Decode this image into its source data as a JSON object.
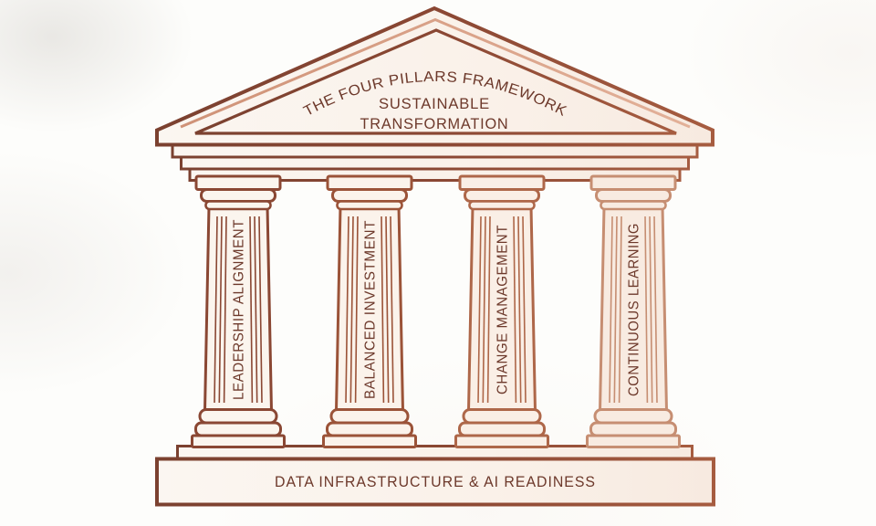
{
  "pediment": {
    "arc_title": "THE FOUR PILLARS FRAMEWORK",
    "subtitle_line1": "SUSTAINABLE",
    "subtitle_line2": "TRANSFORMATION"
  },
  "pillars": [
    {
      "label": "LEADERSHIP ALIGNMENT",
      "outline_color": "#8a4733",
      "fill_color": "#fbf5ee"
    },
    {
      "label": "BALANCED INVESTMENT",
      "outline_color": "#9b5338",
      "fill_color": "#fbf3eb"
    },
    {
      "label": "CHANGE MANAGEMENT",
      "outline_color": "#ae6749",
      "fill_color": "#faefe6"
    },
    {
      "label": "CONTINUOUS LEARNING",
      "outline_color": "#c68e72",
      "fill_color": "#f8ebe1"
    }
  ],
  "foundation": {
    "label": "DATA INFRASTRUCTURE & AI READINESS"
  },
  "colors": {
    "outline_dark": "#7b4130",
    "outline_mid": "#8a4733",
    "outline_light": "#c68e72",
    "accent_line": "#dca68a",
    "text": "#6d392b",
    "surface_fill": "#faf2ea",
    "background": "#fdfdfb"
  }
}
